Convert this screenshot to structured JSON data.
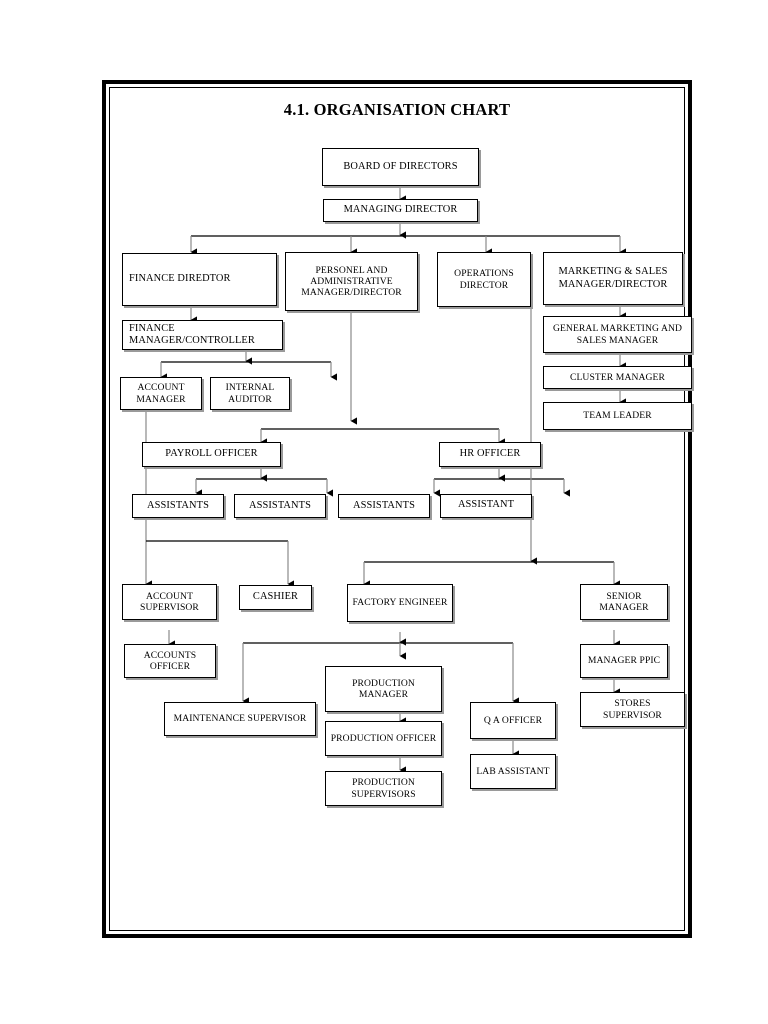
{
  "document": {
    "title": "4.1. ORGANISATION CHART",
    "page_background": "#ffffff",
    "border_color": "#000000"
  },
  "chart_data": {
    "type": "diagram",
    "diagram_kind": "organisation-chart",
    "title": "4.1. ORGANISATION CHART",
    "nodes": [
      {
        "id": "board",
        "label": "BOARD OF DIRECTORS"
      },
      {
        "id": "md",
        "label": "MANAGING DIRECTOR"
      },
      {
        "id": "fin_dir",
        "label": "FINANCE  DIREDTOR"
      },
      {
        "id": "personel",
        "label": "PERSONEL AND ADMINISTRATIVE MANAGER/DIRECTOR"
      },
      {
        "id": "ops_dir",
        "label": "OPERATIONS DIRECTOR"
      },
      {
        "id": "mkt_dir",
        "label": "MARKETING & SALES MANAGER/DIRECTOR"
      },
      {
        "id": "fin_mgr",
        "label": "FINANCE MANAGER/CONTROLLER"
      },
      {
        "id": "gen_mkt",
        "label": "GENERAL MARKETING AND SALES MANAGER"
      },
      {
        "id": "acct_mgr",
        "label": "ACCOUNT MANAGER"
      },
      {
        "id": "int_aud",
        "label": "INTERNAL AUDITOR"
      },
      {
        "id": "cluster",
        "label": "CLUSTER MANAGER"
      },
      {
        "id": "team_leader",
        "label": "TEAM LEADER"
      },
      {
        "id": "payroll",
        "label": "PAYROLL OFFICER"
      },
      {
        "id": "hr",
        "label": "HR OFFICER"
      },
      {
        "id": "asst1",
        "label": "ASSISTANTS"
      },
      {
        "id": "asst2",
        "label": "ASSISTANTS"
      },
      {
        "id": "asst3",
        "label": "ASSISTANTS"
      },
      {
        "id": "asst4",
        "label": "ASSISTANT"
      },
      {
        "id": "acct_sup",
        "label": "ACCOUNT SUPERVISOR"
      },
      {
        "id": "cashier",
        "label": "CASHIER"
      },
      {
        "id": "fact_eng",
        "label": "FACTORY ENGINEER"
      },
      {
        "id": "sen_mgr",
        "label": "SENIOR MANAGER"
      },
      {
        "id": "acct_off",
        "label": "ACCOUNTS OFFICER"
      },
      {
        "id": "mgr_ppic",
        "label": "MANAGER PPIC"
      },
      {
        "id": "maint_sup",
        "label": "MAINTENANCE SUPERVISOR"
      },
      {
        "id": "prod_mgr",
        "label": "PRODUCTION MANAGER"
      },
      {
        "id": "qa_off",
        "label": "Q A OFFICER"
      },
      {
        "id": "stores_sup",
        "label": "STORES SUPERVISOR"
      },
      {
        "id": "prod_off",
        "label": "PRODUCTION OFFICER"
      },
      {
        "id": "prod_sup",
        "label": "PRODUCTION SUPERVISORS"
      },
      {
        "id": "lab_asst",
        "label": "LAB ASSISTANT"
      }
    ],
    "edges": [
      {
        "from": "board",
        "to": "md"
      },
      {
        "from": "md",
        "to": "fin_dir"
      },
      {
        "from": "md",
        "to": "personel"
      },
      {
        "from": "md",
        "to": "ops_dir"
      },
      {
        "from": "md",
        "to": "mkt_dir"
      },
      {
        "from": "fin_dir",
        "to": "fin_mgr"
      },
      {
        "from": "fin_mgr",
        "to": "acct_mgr"
      },
      {
        "from": "fin_mgr",
        "to": "int_aud"
      },
      {
        "from": "mkt_dir",
        "to": "gen_mkt"
      },
      {
        "from": "gen_mkt",
        "to": "cluster"
      },
      {
        "from": "cluster",
        "to": "team_leader"
      },
      {
        "from": "personel",
        "to": "payroll"
      },
      {
        "from": "personel",
        "to": "hr"
      },
      {
        "from": "payroll",
        "to": "asst1"
      },
      {
        "from": "payroll",
        "to": "asst2"
      },
      {
        "from": "hr",
        "to": "asst3"
      },
      {
        "from": "hr",
        "to": "asst4"
      },
      {
        "from": "acct_mgr",
        "to": "acct_sup"
      },
      {
        "from": "acct_mgr",
        "to": "cashier"
      },
      {
        "from": "ops_dir",
        "to": "fact_eng"
      },
      {
        "from": "ops_dir",
        "to": "sen_mgr"
      },
      {
        "from": "acct_sup",
        "to": "acct_off"
      },
      {
        "from": "acct_sup",
        "to": "maint_sup"
      },
      {
        "from": "fact_eng",
        "to": "maint_sup"
      },
      {
        "from": "fact_eng",
        "to": "prod_mgr"
      },
      {
        "from": "fact_eng",
        "to": "qa_off"
      },
      {
        "from": "sen_mgr",
        "to": "mgr_ppic"
      },
      {
        "from": "mgr_ppic",
        "to": "stores_sup"
      },
      {
        "from": "prod_mgr",
        "to": "prod_off"
      },
      {
        "from": "prod_off",
        "to": "prod_sup"
      },
      {
        "from": "qa_off",
        "to": "lab_asst"
      }
    ]
  }
}
